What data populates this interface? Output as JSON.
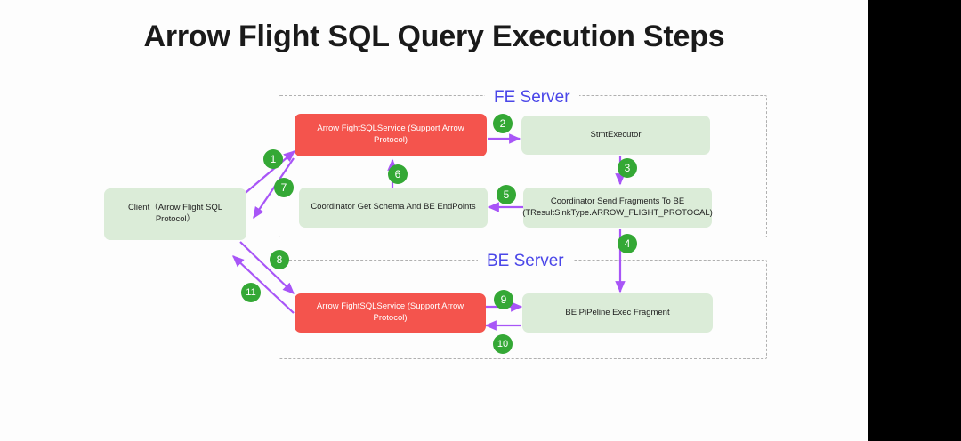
{
  "title": "Arrow Flight SQL Query Execution Steps",
  "colors": {
    "accent_purple": "#a855f7",
    "badge_green": "#34a835",
    "node_green": "#dbecd8",
    "node_red": "#f4544d",
    "server_label_blue": "#4a46e8",
    "dashed_border": "#b0b0b0",
    "background": "#fdfdfd",
    "letterbox": "#000000"
  },
  "containers": [
    {
      "id": "fe-server",
      "label": "FE Server"
    },
    {
      "id": "be-server",
      "label": "BE Server"
    }
  ],
  "nodes": [
    {
      "id": "client",
      "label": "Client（Arrow Flight SQL Protocol）",
      "style": "green"
    },
    {
      "id": "fe-flight-service",
      "label": "Arrow FightSQLService (Support Arrow Protocol)",
      "style": "red"
    },
    {
      "id": "stmt-executor",
      "label": "StmtExecutor",
      "style": "green"
    },
    {
      "id": "coordinator-schema",
      "label": "Coordinator Get Schema And BE EndPoints",
      "style": "green"
    },
    {
      "id": "coordinator-send",
      "label_line1": "Coordinator Send Fragments To BE",
      "label_line2": "(TResultSinkType.ARROW_FLIGHT_PROTOCAL)",
      "style": "green"
    },
    {
      "id": "be-flight-service",
      "label": "Arrow FightSQLService (Support Arrow Protocol)",
      "style": "red"
    },
    {
      "id": "be-pipeline",
      "label": "BE PiPeline Exec Fragment",
      "style": "green"
    }
  ],
  "steps": [
    {
      "n": "1",
      "from": "client",
      "to": "fe-flight-service"
    },
    {
      "n": "2",
      "from": "fe-flight-service",
      "to": "stmt-executor"
    },
    {
      "n": "3",
      "from": "stmt-executor",
      "to": "coordinator-send"
    },
    {
      "n": "4",
      "from": "coordinator-send",
      "to": "be-pipeline"
    },
    {
      "n": "5",
      "from": "coordinator-send",
      "to": "coordinator-schema"
    },
    {
      "n": "6",
      "from": "coordinator-schema",
      "to": "fe-flight-service"
    },
    {
      "n": "7",
      "from": "fe-flight-service",
      "to": "client"
    },
    {
      "n": "8",
      "from": "client",
      "to": "be-flight-service"
    },
    {
      "n": "9",
      "from": "be-flight-service",
      "to": "be-pipeline"
    },
    {
      "n": "10",
      "from": "be-pipeline",
      "to": "be-flight-service"
    },
    {
      "n": "11",
      "from": "be-flight-service",
      "to": "client"
    }
  ]
}
